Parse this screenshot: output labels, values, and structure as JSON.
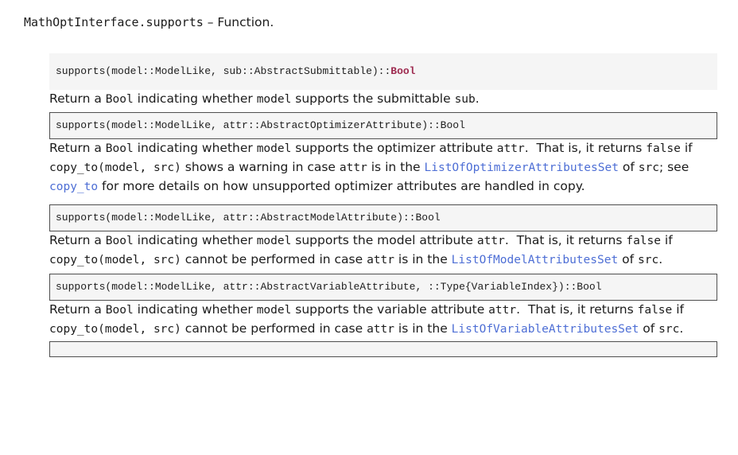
{
  "header": {
    "name": "MathOptInterface.supports",
    "separator": " – ",
    "kind": "Function."
  },
  "colors": {
    "link": "#4d6ed5",
    "builtin": "#9e2b50",
    "code_bg": "#f5f5f5",
    "border": "#4f4f4f"
  },
  "code_blocks": [
    {
      "style": "plain-highlighted",
      "code": "supports(model::ModelLike, sub::AbstractSubmittable)::",
      "builtin": "Bool"
    },
    {
      "style": "bordered",
      "code": "supports(model::ModelLike, attr::AbstractOptimizerAttribute)::Bool"
    },
    {
      "style": "bordered",
      "code": "supports(model::ModelLike, attr::AbstractModelAttribute)::Bool"
    },
    {
      "style": "bordered",
      "code": "supports(model::ModelLike, attr::AbstractVariableAttribute, ::Type{VariableIndex})::Bool"
    },
    {
      "style": "bordered-partial",
      "code": ""
    }
  ],
  "paragraphs": [
    [
      {
        "t": "text",
        "v": "Return a "
      },
      {
        "t": "code",
        "v": "Bool"
      },
      {
        "t": "text",
        "v": " indicating whether "
      },
      {
        "t": "code",
        "v": "model"
      },
      {
        "t": "text",
        "v": " supports the submittable "
      },
      {
        "t": "code",
        "v": "sub"
      },
      {
        "t": "text",
        "v": "."
      }
    ],
    [
      {
        "t": "text",
        "v": "Return a "
      },
      {
        "t": "code",
        "v": "Bool"
      },
      {
        "t": "text",
        "v": " indicating whether "
      },
      {
        "t": "code",
        "v": "model"
      },
      {
        "t": "text",
        "v": " supports the optimizer attribute "
      },
      {
        "t": "code",
        "v": "attr"
      },
      {
        "t": "text",
        "v": ".  That is, it returns "
      },
      {
        "t": "code",
        "v": "false"
      },
      {
        "t": "text",
        "v": " if "
      },
      {
        "t": "code",
        "v": "copy_to(model, src)"
      },
      {
        "t": "text",
        "v": " shows a warning in case "
      },
      {
        "t": "code",
        "v": "attr"
      },
      {
        "t": "text",
        "v": " is in the "
      },
      {
        "t": "link",
        "v": "ListOfOptimizerAttributesSet"
      },
      {
        "t": "text",
        "v": " of "
      },
      {
        "t": "code",
        "v": "src"
      },
      {
        "t": "text",
        "v": "; see "
      },
      {
        "t": "link",
        "v": "copy_to"
      },
      {
        "t": "text",
        "v": " for more details on how unsupported optimizer attributes are handled in copy."
      }
    ],
    [
      {
        "t": "text",
        "v": "Return a "
      },
      {
        "t": "code",
        "v": "Bool"
      },
      {
        "t": "text",
        "v": " indicating whether "
      },
      {
        "t": "code",
        "v": "model"
      },
      {
        "t": "text",
        "v": " supports the model attribute "
      },
      {
        "t": "code",
        "v": "attr"
      },
      {
        "t": "text",
        "v": ".  That is, it returns "
      },
      {
        "t": "code",
        "v": "false"
      },
      {
        "t": "text",
        "v": " if "
      },
      {
        "t": "code",
        "v": "copy_to(model, src)"
      },
      {
        "t": "text",
        "v": " cannot be performed in case "
      },
      {
        "t": "code",
        "v": "attr"
      },
      {
        "t": "text",
        "v": " is in the "
      },
      {
        "t": "link",
        "v": "ListOfModelAttributesSet"
      },
      {
        "t": "text",
        "v": " of "
      },
      {
        "t": "code",
        "v": "src"
      },
      {
        "t": "text",
        "v": "."
      }
    ],
    [
      {
        "t": "text",
        "v": "Return a "
      },
      {
        "t": "code",
        "v": "Bool"
      },
      {
        "t": "text",
        "v": " indicating whether "
      },
      {
        "t": "code",
        "v": "model"
      },
      {
        "t": "text",
        "v": " supports the variable attribute "
      },
      {
        "t": "code",
        "v": "attr"
      },
      {
        "t": "text",
        "v": ".  That is, it returns "
      },
      {
        "t": "code",
        "v": "false"
      },
      {
        "t": "text",
        "v": " if "
      },
      {
        "t": "code",
        "v": "copy_to(model, src)"
      },
      {
        "t": "text",
        "v": " cannot be performed in case "
      },
      {
        "t": "code",
        "v": "attr"
      },
      {
        "t": "text",
        "v": " is in the "
      },
      {
        "t": "link",
        "v": "ListOfVariableAttributesSet"
      },
      {
        "t": "text",
        "v": " of "
      },
      {
        "t": "code",
        "v": "src"
      },
      {
        "t": "text",
        "v": "."
      }
    ]
  ]
}
